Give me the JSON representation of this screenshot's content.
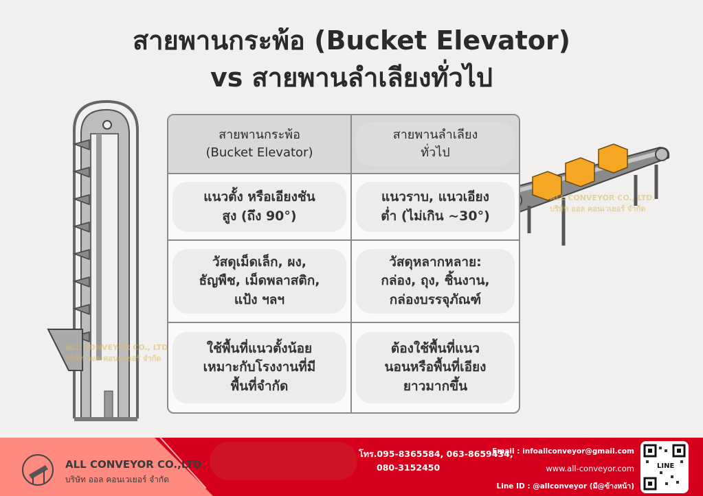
{
  "title": {
    "line1": "สายพานกระพ้อ (Bucket Elevator)",
    "line2": "vs สายพานลำเลียงทั่วไป"
  },
  "table": {
    "headers": [
      "สายพานกระพ้อ\n(Bucket Elevator)",
      "สายพานลำเลียง\nทั่วไป"
    ],
    "rows": [
      [
        "แนวตั้ง หรือเอียงชัน\nสูง (ถึง 90°)",
        "แนวราบ, แนวเอียง\nต่ำ (ไม่เกิน ~30°)"
      ],
      [
        "วัสดุเม็ดเล็ก, ผง,\nธัญพืช, เม็ดพลาสติก,\nแป้ง ฯลฯ",
        "วัสดุหลากหลาย:\nกล่อง, ถุง, ชิ้นงาน,\nกล่องบรรจุภัณฑ์"
      ],
      [
        "ใช้พื้นที่แนวตั้งน้อย\nเหมาะกับโรงงานที่มี\nพื้นที่จำกัด",
        "ต้องใช้พื้นที่แนว\nนอนหรือพื้นที่เอียง\nยาวมากขึ้น"
      ]
    ]
  },
  "watermark": {
    "name": "ALL CONVEYOR CO., LTD.",
    "sub": "บริษัท ออล คอนเวเยอร์ จำกัด"
  },
  "footer": {
    "company_name": "ALL CONVEYOR CO.,LTD.",
    "company_sub": "บริษัท ออล คอนเวเยอร์ จำกัด",
    "phone_line1": "โทร.095-8365584, 063-8659434,",
    "phone_line2": "080-3152450",
    "email": "Email : infoallconveyor@gmail.com",
    "website": "www.all-conveyor.com",
    "line_id": "Line ID : @allconveyor  (มี@ข้างหน้า)",
    "qr_label": "LINE"
  },
  "colors": {
    "footer_red": "#d6001c",
    "footer_pink": "#ff8a80",
    "box": "#f5a623"
  }
}
